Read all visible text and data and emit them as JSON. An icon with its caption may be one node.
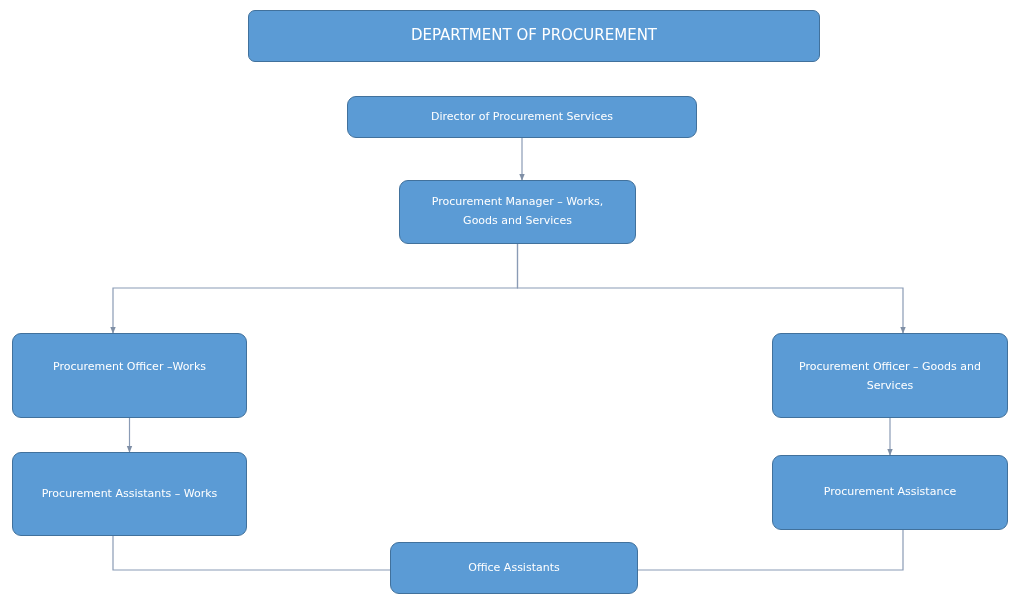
{
  "diagram": {
    "nodes": [
      {
        "text": [
          "DEPARTMENT OF PROCUREMENT"
        ]
      },
      {
        "text": [
          "Director of Procurement Services"
        ]
      },
      {
        "text": [
          "Procurement Manager – Works, Goods and Services"
        ]
      },
      {
        "text": [
          "Procurement Officer –Works"
        ]
      },
      {
        "text": [
          "Procurement Officer – Goods and Services"
        ]
      },
      {
        "text": [
          "Procurement Assistants – Works"
        ]
      },
      {
        "text": [
          "Procurement Assistance"
        ]
      },
      {
        "text": [
          "Office Assistants"
        ]
      }
    ],
    "edges": [
      {
        "from": 1,
        "to": 2,
        "arrow": "to"
      },
      {
        "from": 2,
        "to": 3,
        "arrow": "to"
      },
      {
        "from": 2,
        "to": 4,
        "arrow": "to"
      },
      {
        "from": 3,
        "to": 5,
        "arrow": "to"
      },
      {
        "from": 4,
        "to": 6,
        "arrow": "to"
      },
      {
        "from": 5,
        "to": 7,
        "arrow": "none"
      },
      {
        "from": 6,
        "to": 7,
        "arrow": "none"
      }
    ]
  }
}
